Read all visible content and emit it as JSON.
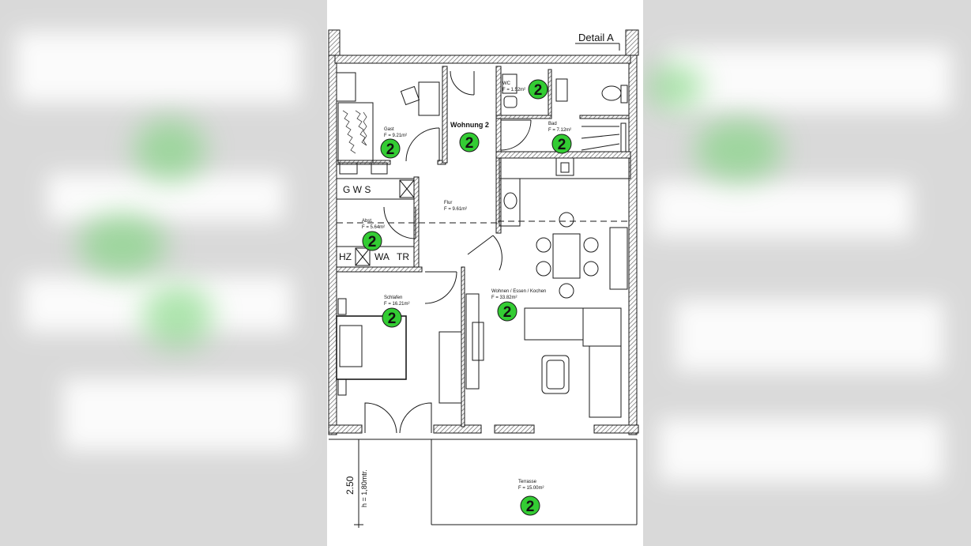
{
  "header": {
    "detail_label": "Detail A"
  },
  "apartment": {
    "name": "Wohnung 2"
  },
  "badge_text": "2",
  "colors": {
    "badge": "#33cc33",
    "wall": "#1a1a1a",
    "hatch": "#777777",
    "background": "#d9d9d9"
  },
  "rooms": {
    "gast": {
      "name": "Gast",
      "area": "F = 9.21m²"
    },
    "wc": {
      "name": "WC",
      "area": "F = 1.52m²"
    },
    "bad": {
      "name": "Bad",
      "area": "F = 7.12m²"
    },
    "flur": {
      "name": "Flur",
      "area": "F = 9.61m²"
    },
    "abst": {
      "name": "Abst.",
      "area": "F = 5.64m²"
    },
    "schlafen": {
      "name": "Schlafen",
      "area": "F = 16.21m²"
    },
    "wohnen": {
      "name": "Wohnen / Essen / Kochen",
      "area": "F = 33.82m²"
    },
    "terrasse": {
      "name": "Terrasse",
      "area": "F = 15.00m²"
    }
  },
  "appliances": {
    "gws": "G W S",
    "hz": "HZ",
    "wa": "WA",
    "tr": "TR"
  },
  "dimension": {
    "value": "2.50",
    "height": "h = 1,80mtr."
  }
}
